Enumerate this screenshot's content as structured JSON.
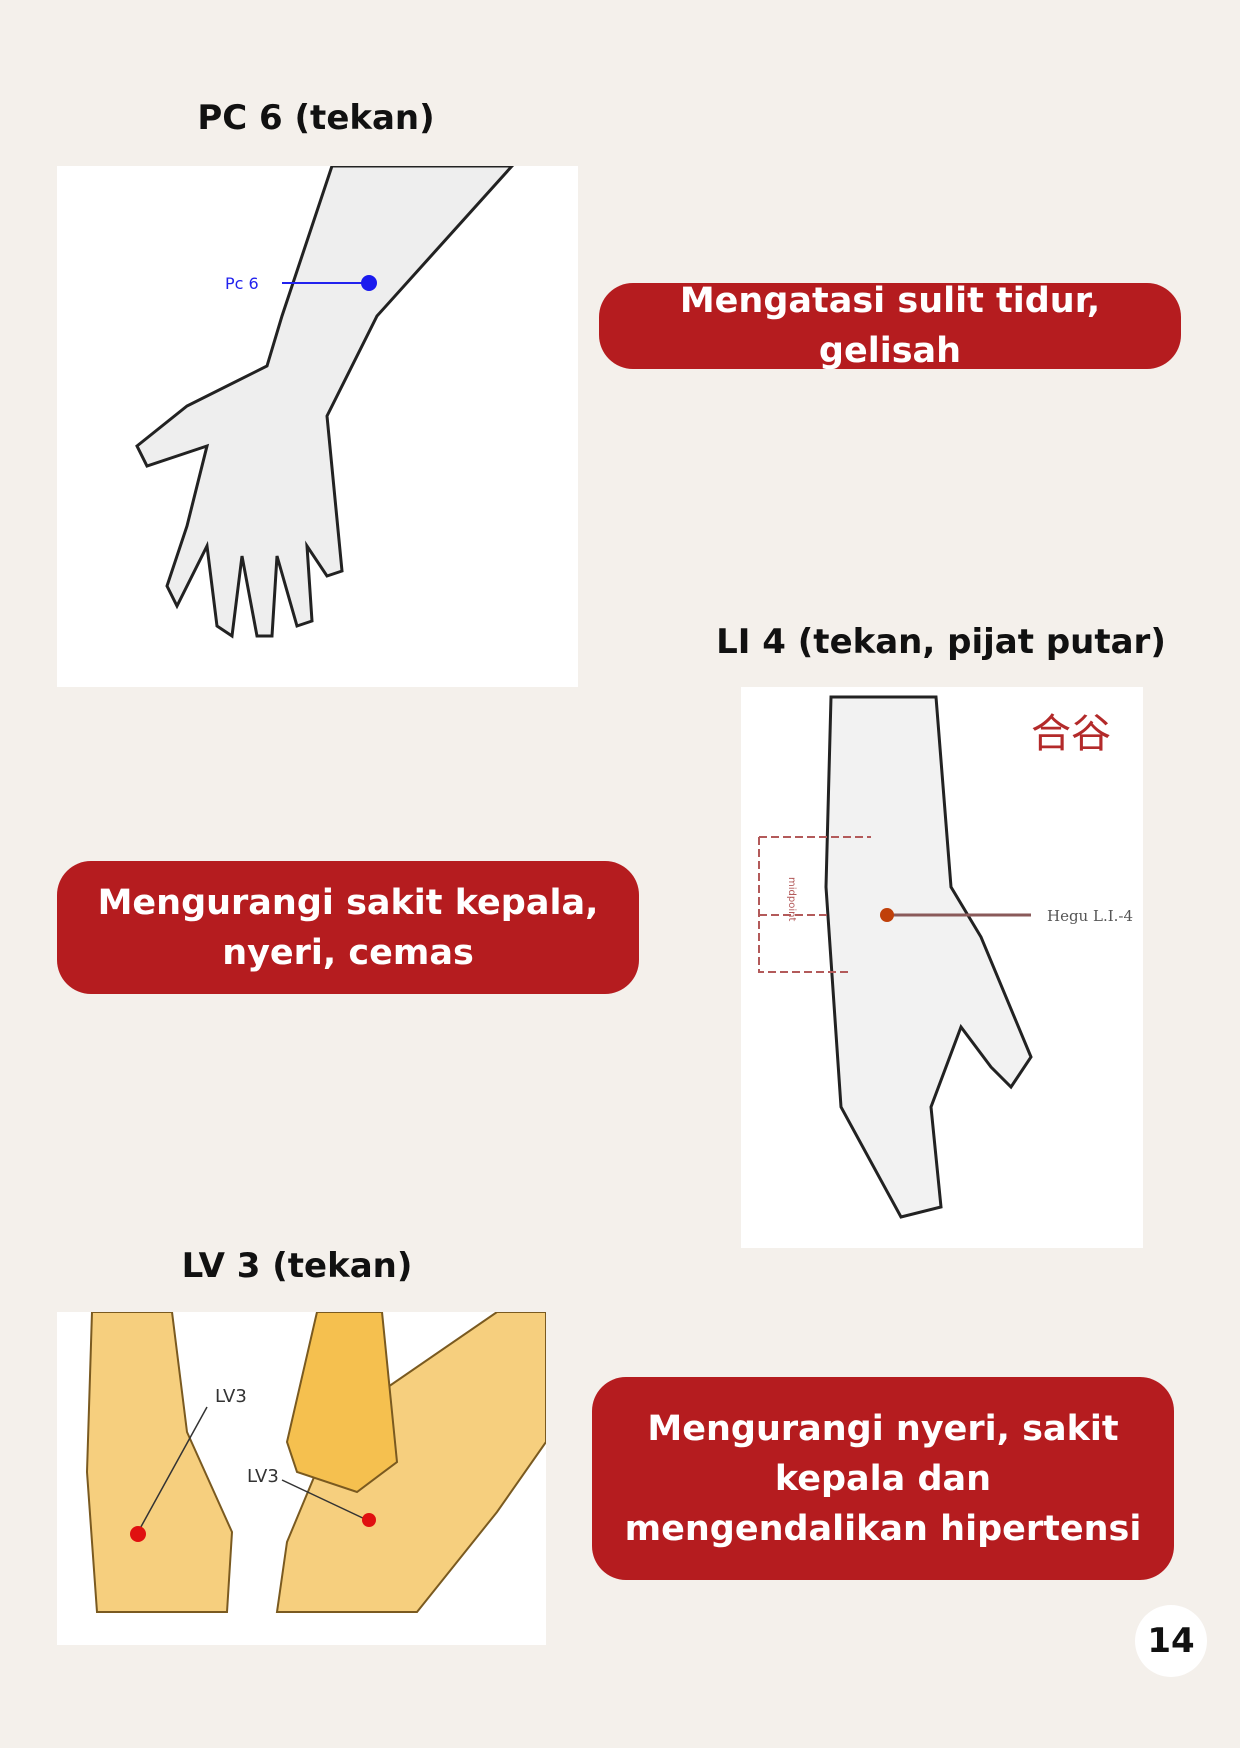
{
  "sections": [
    {
      "title": "PC 6 (tekan)",
      "benefit": "Mengatasi sulit tidur, gelisah",
      "image_labels": [
        "Pc 6"
      ]
    },
    {
      "title": "LI 4 (tekan, pijat putar)",
      "benefit": "Mengurangi sakit kepala, nyeri, cemas",
      "image_labels": [
        "Hegu L.I.-4",
        "midpoint",
        "合谷"
      ]
    },
    {
      "title": "LV 3 (tekan)",
      "benefit": "Mengurangi nyeri, sakit kepala dan mengendalikan hipertensi",
      "image_labels": [
        "LV3",
        "LV3"
      ]
    }
  ],
  "page_number": "14",
  "colors": {
    "accent": "#b51c1f",
    "background": "#f4f0eb"
  }
}
